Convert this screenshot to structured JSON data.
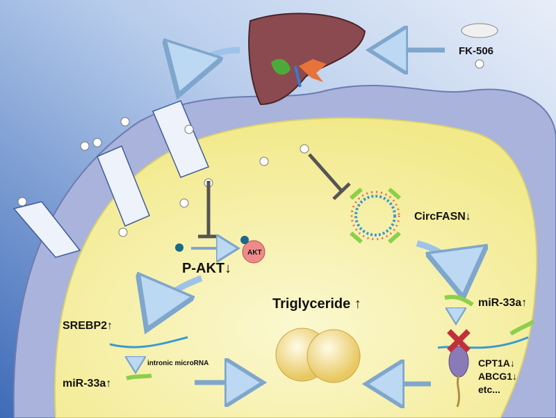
{
  "labels": {
    "drug": "FK-506",
    "akt": "AKT",
    "pakt": "P-AKT↓",
    "circfasn": "CircFASN↓",
    "mir33a_right": "miR-33a↑",
    "srebp2": "SREBP2↑",
    "intronic": "intronic microRNA",
    "mir33a_left": "miR-33a↑",
    "triglyceride": "Triglyceride ↑",
    "targets": [
      "CPT1A↓",
      "ABCG1↓",
      "etc..."
    ]
  },
  "colors": {
    "background": "#6f95d2",
    "membrane": "#a9b3dc",
    "cytoplasm": "#f7f0a0",
    "arrow": "#bcd8f2",
    "inhibition": "#555555",
    "block_x": "#c0303a",
    "mirna": "#8ccf4a",
    "liver": "#8a4a50"
  }
}
